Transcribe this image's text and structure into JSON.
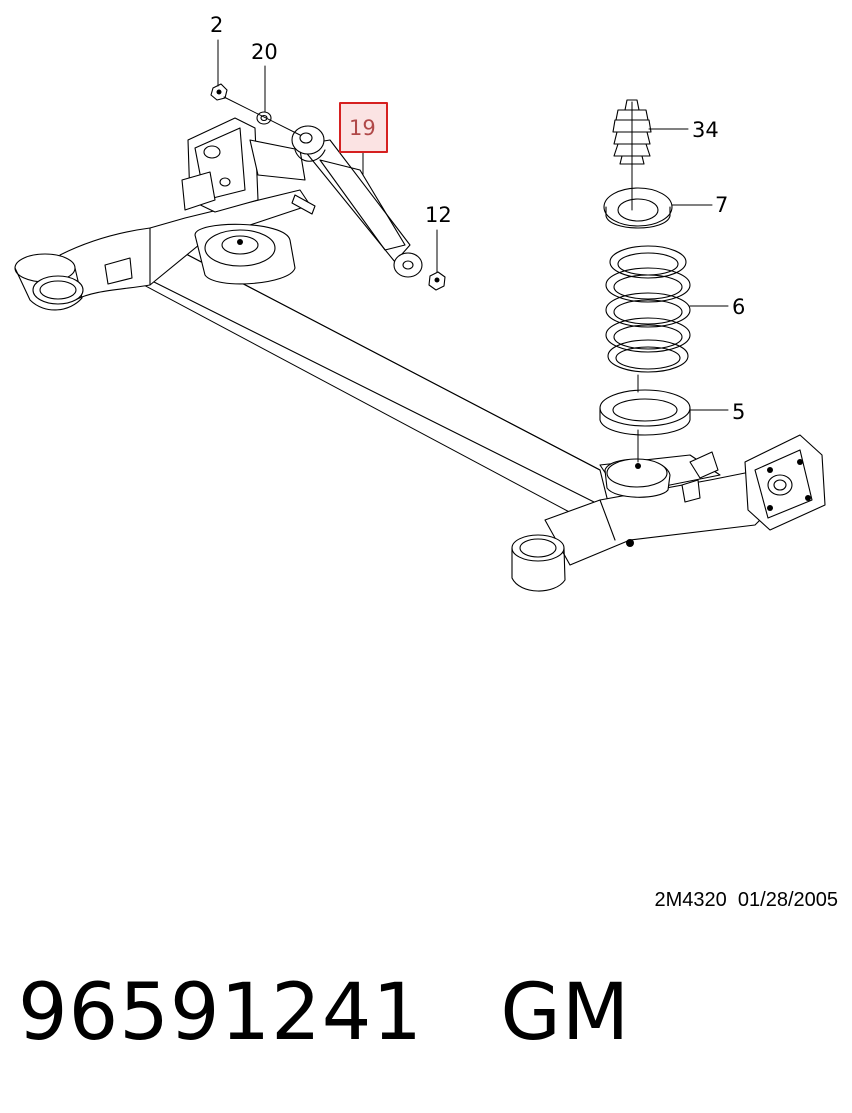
{
  "diagram": {
    "callouts": {
      "c2": "2",
      "c20": "20",
      "c19": "19",
      "c12": "12",
      "c34": "34",
      "c7": "7",
      "c6": "6",
      "c5": "5"
    },
    "highlighted_callout": "19",
    "highlight_color": "#d62020",
    "reference": "2M4320  01/28/2005"
  },
  "footer": {
    "part_number": "96591241",
    "brand": "GM"
  }
}
